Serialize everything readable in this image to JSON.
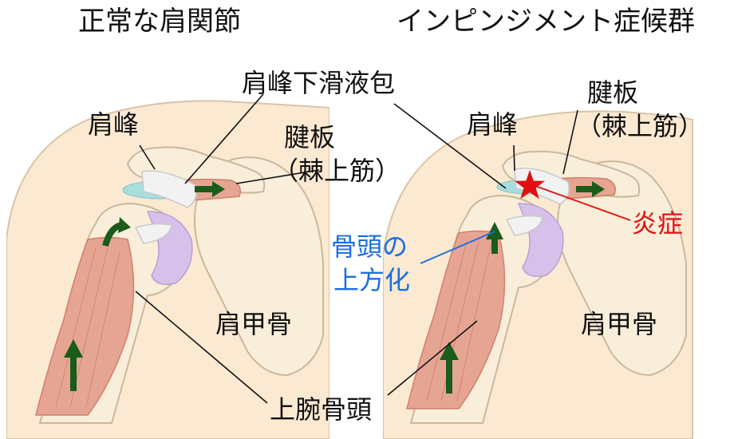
{
  "titles": {
    "normal": "正常な肩関節",
    "impingement": "インピンジメント症候群"
  },
  "labels": {
    "subacromial_bursa": "肩峰下滑液包",
    "acromion_left": "肩峰",
    "acromion_right": "肩峰",
    "tendon_left_line1": "腱板",
    "tendon_left_line2": "（棘上筋）",
    "tendon_right_line1": "腱板",
    "tendon_right_line2": "（棘上筋）",
    "scapula_left": "肩甲骨",
    "scapula_right": "肩甲骨",
    "humeral_head": "上腕骨頭",
    "superior_migration_line1": "骨頭の",
    "superior_migration_line2": "上方化",
    "inflammation": "炎症"
  },
  "colors": {
    "skin": "#fbe9d2",
    "bone": "#f8eed9",
    "bone_outline": "#cbb89c",
    "muscle": "#e6a593",
    "muscle_stripe": "#cf7f6c",
    "bursa": "#a8dede",
    "cartilage": "#d7c1ea",
    "tendon": "#f2f2f2",
    "arrow": "#1a5c1a",
    "leader": "#111111",
    "blue": "#1a6fe0",
    "red": "#e01010"
  }
}
